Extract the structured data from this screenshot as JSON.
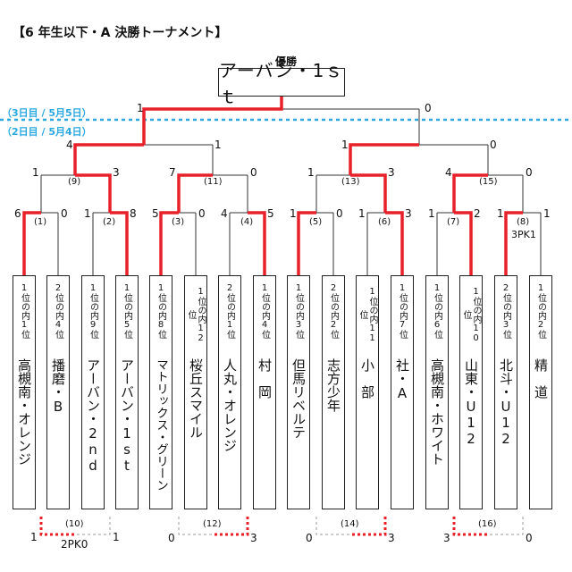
{
  "title": "【6 年生以下・A 決勝トーナメント】",
  "champion": {
    "label": "優勝",
    "name": "アーバン・1ｓｔ"
  },
  "days": {
    "day3": "（3日目 / 5月5日）",
    "day2": "（2日目 / 5月4日）"
  },
  "teams": [
    {
      "rank": "1位の内1位",
      "name": "高槻南・オレンジ"
    },
    {
      "rank": "2位の内4位",
      "name": "播磨・B"
    },
    {
      "rank": "1位の内9位",
      "name": "アーバン・2nd"
    },
    {
      "rank": "1位の内5位",
      "name": "アーバン・1st"
    },
    {
      "rank": "1位の内8位",
      "name": "マトリックス・グリーン"
    },
    {
      "rank": "1位の内12位",
      "name": "桜丘スマイル"
    },
    {
      "rank": "2位の内1位",
      "name": "人丸・オレンジ"
    },
    {
      "rank": "1位の内4位",
      "name": "村　岡"
    },
    {
      "rank": "1位の内3位",
      "name": "但馬リベルテ"
    },
    {
      "rank": "2位の内2位",
      "name": "志方少年"
    },
    {
      "rank": "1位の内11位",
      "name": "小　部"
    },
    {
      "rank": "1位の内7位",
      "name": "社・A"
    },
    {
      "rank": "1位の内6位",
      "name": "高槻南・ホワイト"
    },
    {
      "rank": "1位の内10位",
      "name": "山東・U12"
    },
    {
      "rank": "2位の内3位",
      "name": "北斗・U12"
    },
    {
      "rank": "1位の内2位",
      "name": "精　道"
    }
  ],
  "round1": [
    {
      "match": "(1)",
      "left": "6",
      "right": "0"
    },
    {
      "match": "(2)",
      "left": "1",
      "right": "8"
    },
    {
      "match": "(3)",
      "left": "5",
      "right": "0"
    },
    {
      "match": "(4)",
      "left": "4",
      "right": "5"
    },
    {
      "match": "(5)",
      "left": "1",
      "right": "0"
    },
    {
      "match": "(6)",
      "left": "1",
      "right": "3"
    },
    {
      "match": "(7)",
      "left": "1",
      "right": "2"
    },
    {
      "match": "(8)",
      "left": "1",
      "right": "1",
      "pk": "3PK1"
    }
  ],
  "round2": [
    {
      "match": "(9)",
      "left": "1",
      "right": "3"
    },
    {
      "match": "(11)",
      "left": "7",
      "right": "0"
    },
    {
      "match": "(13)",
      "left": "1",
      "right": "3"
    },
    {
      "match": "(15)",
      "left": "4",
      "right": "0"
    }
  ],
  "semis": [
    {
      "left": "4",
      "right": "1"
    },
    {
      "left": "1",
      "right": "0"
    }
  ],
  "final": {
    "left": "1",
    "right": "0"
  },
  "consolation": [
    {
      "match": "(10)",
      "left": "1",
      "right": "1",
      "pk": "2PK0"
    },
    {
      "match": "(12)",
      "left": "0",
      "right": "3"
    },
    {
      "match": "(14)",
      "left": "0",
      "right": "3"
    },
    {
      "match": "(16)",
      "left": "3",
      "right": "0"
    }
  ],
  "colors": {
    "win": "#e8202a",
    "line": "#333333",
    "dotted": "#2aa8e0",
    "text": "#111111"
  }
}
